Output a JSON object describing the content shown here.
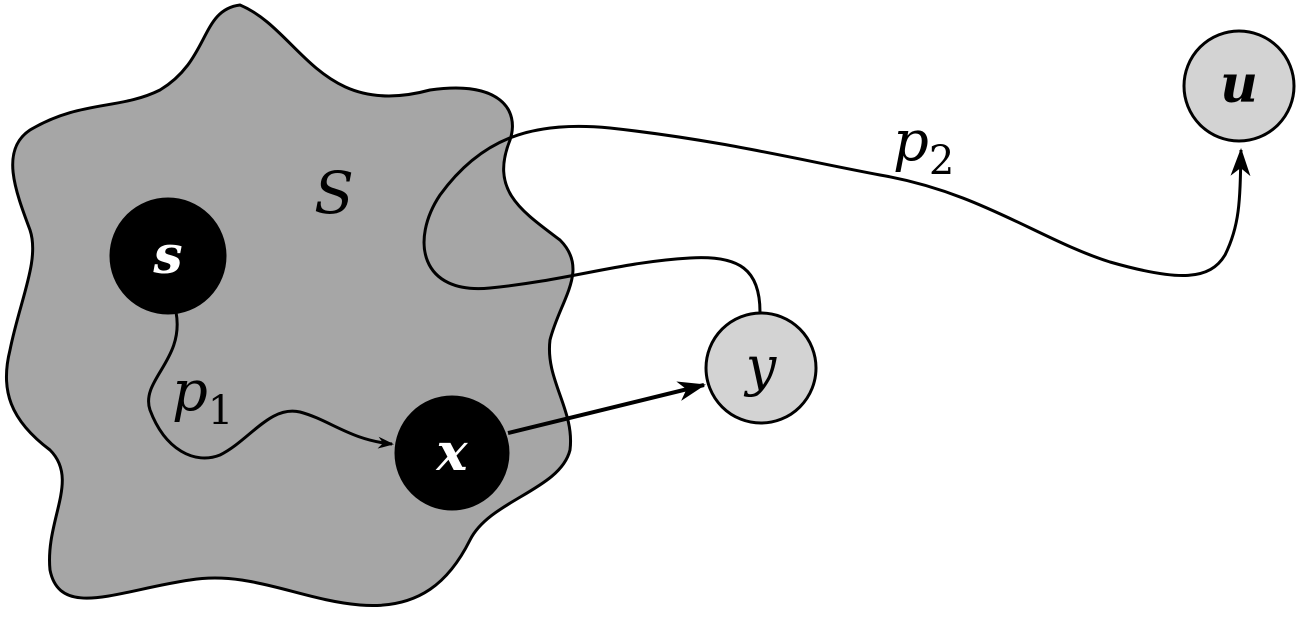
{
  "colors": {
    "region_fill": "#a6a6a6",
    "black_vertex": "#000000",
    "gray_vertex": "#d3d3d3",
    "stroke": "#000000"
  },
  "region": {
    "label": "S"
  },
  "vertices": {
    "s": {
      "label": "s"
    },
    "x": {
      "label": "x"
    },
    "y": {
      "label": "y"
    },
    "u": {
      "label": "u"
    }
  },
  "paths": {
    "p1": {
      "base": "p",
      "sub": "1"
    },
    "p2": {
      "base": "p",
      "sub": "2"
    }
  }
}
